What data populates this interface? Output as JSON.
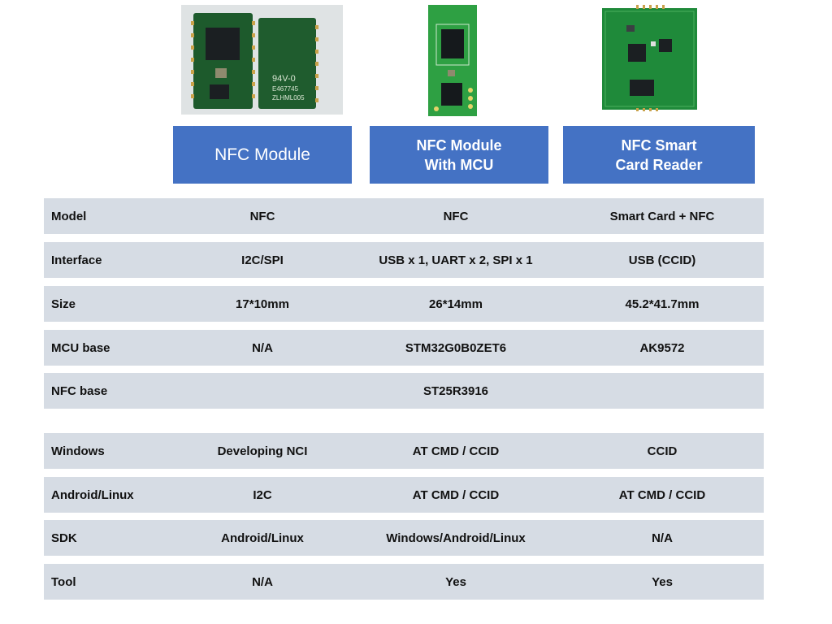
{
  "products": [
    {
      "id": "nfc-module",
      "title_lines": [
        "NFC Module"
      ],
      "image": "two-green-pcb-modules-front-back"
    },
    {
      "id": "nfc-module-mcu",
      "title_lines": [
        "NFC Module",
        "With MCU"
      ],
      "image": "green-pcb-module-with-mcu"
    },
    {
      "id": "nfc-smart-card-reader",
      "title_lines": [
        "NFC Smart",
        "Card Reader"
      ],
      "image": "square-green-pcb-reader"
    }
  ],
  "colors": {
    "header_bg": "#4472C4",
    "row_bg": "#D6DCE4",
    "text": "#111111"
  },
  "table": {
    "rows": [
      {
        "label": "Model",
        "values": [
          "NFC",
          "NFC",
          "Smart Card + NFC"
        ]
      },
      {
        "label": "Interface",
        "values": [
          "I2C/SPI",
          "USB x 1, UART x 2, SPI x 1",
          "USB (CCID)"
        ]
      },
      {
        "label": "Size",
        "values": [
          "17*10mm",
          "26*14mm",
          "45.2*41.7mm"
        ]
      },
      {
        "label": "MCU base",
        "values": [
          "N/A",
          "STM32G0B0ZET6",
          "AK9572"
        ]
      },
      {
        "label": "NFC base",
        "values": [
          "",
          "ST25R3916",
          ""
        ]
      },
      {
        "label": "Windows",
        "values": [
          "Developing NCI",
          "AT CMD / CCID",
          "CCID"
        ]
      },
      {
        "label": "Android/Linux",
        "values": [
          "I2C",
          "AT CMD / CCID",
          "AT CMD / CCID"
        ]
      },
      {
        "label": "SDK",
        "values": [
          "Android/Linux",
          "Windows/Android/Linux",
          "N/A"
        ]
      },
      {
        "label": "Tool",
        "values": [
          "N/A",
          "Yes",
          "Yes"
        ]
      }
    ]
  }
}
